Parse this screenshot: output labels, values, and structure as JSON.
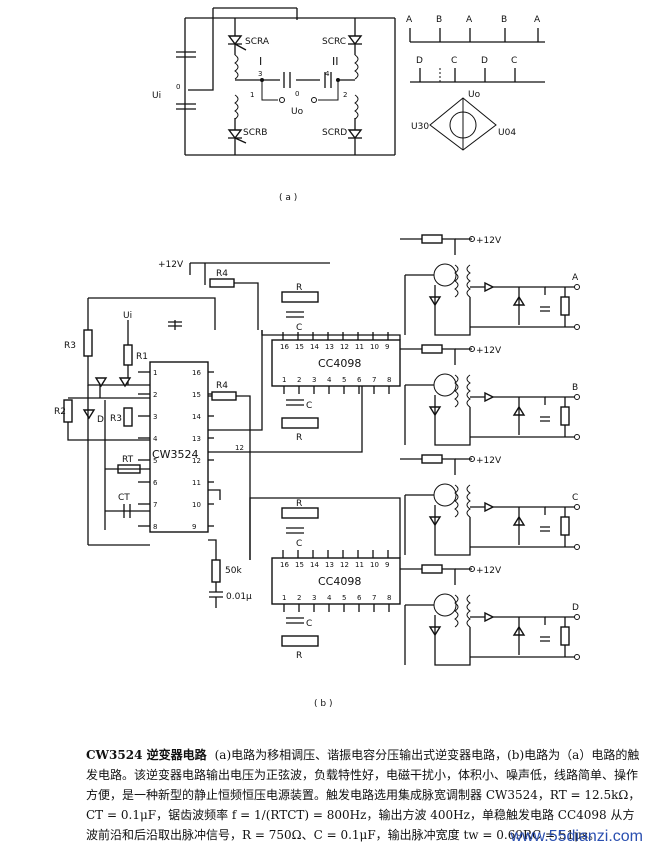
{
  "part_a": {
    "label_scr_a": "SCRA",
    "label_scr_b": "SCRB",
    "label_scr_c": "SCRC",
    "label_scr_d": "SCRD",
    "label_ui": "Ui",
    "label_uo": "Uo",
    "label_node0": "0",
    "label_node1": "1",
    "label_node2": "2",
    "label_node3": "3",
    "label_node4": "4",
    "label_roman1": "I",
    "label_roman2": "II",
    "pulse_row1": [
      "A",
      "B",
      "A",
      "B",
      "A"
    ],
    "pulse_row2": [
      "D",
      "C",
      "D",
      "C"
    ],
    "vec_uo": "Uo",
    "vec_u30": "U30",
    "vec_u04": "U04",
    "caption": "( a )"
  },
  "part_b": {
    "supply_left": "+12V",
    "supply_out": [
      "+12V",
      "+12V",
      "+12V",
      "+12V"
    ],
    "ui": "Ui",
    "r1": "R1",
    "r2": "R2",
    "r3": "R3",
    "r3b": "R3",
    "r4a": "R4",
    "r4b": "R4",
    "rt": "RT",
    "ct": "CT",
    "d": "D",
    "chip_main": "CW3524",
    "chip_cd1": "CC4098",
    "chip_cd2": "CC4098",
    "r_res": "R",
    "c_cap": "C",
    "r50k": "50k",
    "c001": "0.01μ",
    "outputs": [
      "A",
      "B",
      "C",
      "D"
    ],
    "pin12": "12",
    "caption": "( b )",
    "cw_left_pins": [
      "1",
      "2",
      "3",
      "4",
      "5",
      "6",
      "7",
      "8"
    ],
    "cw_right_pins": [
      "16",
      "15",
      "14",
      "13",
      "12",
      "11",
      "10",
      "9"
    ],
    "cd_top_pins": [
      "16",
      "15",
      "14",
      "13",
      "12",
      "11",
      "10",
      "9"
    ],
    "cd_bottom_pins": [
      "1",
      "2",
      "3",
      "4",
      "5",
      "6",
      "7",
      "8"
    ]
  },
  "caption": {
    "title": "CW3524 逆变器电路",
    "text": "(a)电路为移相调压、谐振电容分压输出式逆变器电路，(b)电路为（a）电路的触发电路。该逆变器电路输出电压为正弦波，负载特性好，电磁干扰小，体积小、噪声低，线路简单、操作方便，是一种新型的静止恒频恒压电源装置。触发电路选用集成脉宽调制器 CW3524，RT = 12.5kΩ，CT = 0.1μF，锯齿波频率 f = 1/(RTCT) = 800Hz，输出方波 400Hz，单稳触发电路 CC4098 从方波前沿和后沿取出脉冲信号，R = 750Ω、C = 0.1μF，输出脉冲宽度 tw = 0.69RC = 51μs。"
  },
  "watermark": "www.55dianzi.com"
}
